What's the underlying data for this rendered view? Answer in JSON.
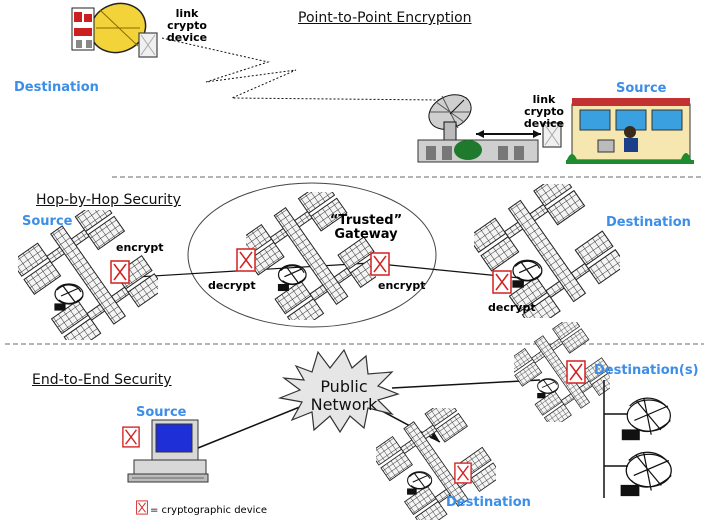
{
  "sections": {
    "p2p_title": "Point-to-Point Encryption",
    "hbh_title": "Hop-by-Hop Security",
    "e2e_title": "End-to-End Security"
  },
  "labels": {
    "p2p_destination": "Destination",
    "p2p_source": "Source",
    "link_crypto_1": "link crypto device",
    "link_crypto_2": "link crypto device",
    "hbh_source": "Source",
    "hbh_destination": "Destination",
    "trusted_gateway": "“Trusted” Gateway",
    "encrypt_1": "encrypt",
    "decrypt_1": "decrypt",
    "encrypt_2": "encrypt",
    "decrypt_2": "decrypt",
    "public_network": "Public Network",
    "e2e_source": "Source",
    "e2e_destination": "Destination",
    "e2e_destinations": "Destination(s)",
    "legend": "= cryptographic device"
  },
  "colors": {
    "label_blue": "#3b8fe8",
    "crypto_red": "#d42020",
    "divider": "#888888"
  }
}
